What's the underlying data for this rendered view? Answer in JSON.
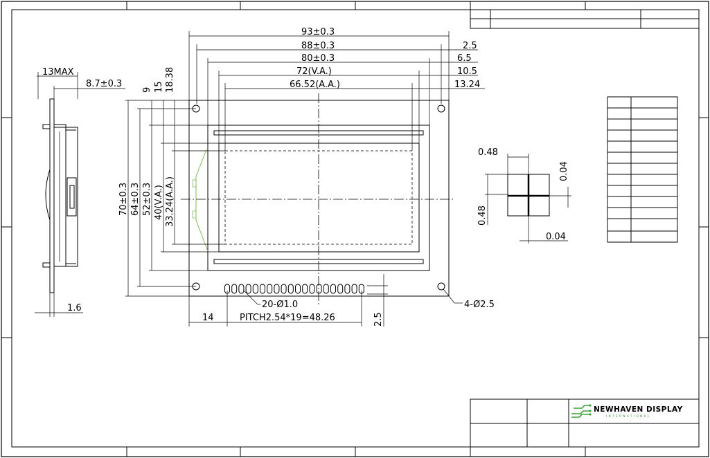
{
  "dimensions": {
    "width_93": "93±0.3",
    "width_88": "88±0.3",
    "width_80": "80±0.3",
    "width_72": "72(V.A.)",
    "width_66": "66.52(A.A.)",
    "right_2_5": "2.5",
    "right_6_5": "6.5",
    "right_10_5": "10.5",
    "right_13_24": "13.24",
    "height_70": "70±0.3",
    "height_64": "64±0.3",
    "height_52": "52±0.3",
    "height_40": "40(V.A.)",
    "height_33": "33.24(A.A.)",
    "top_9": "9",
    "top_15": "15",
    "top_18_38": "18.38",
    "side_13max": "13MAX",
    "side_8_7": "8.7±0.3",
    "side_1_6": "1.6",
    "pins_label": "20-Ø1.0",
    "holes_label": "4-Ø2.5",
    "pitch_label": "PITCH2.54*19=48.26",
    "pin_offset_14": "14",
    "pin_offset_2_5": "2.5",
    "dot_width": "0.48",
    "dot_height": "0.48",
    "dot_gap_v": "0.04",
    "dot_gap_h": "0.04"
  },
  "title_block": {
    "company": "NEWHAVEN DISPLAY",
    "company_sub": "INTERNATIONAL"
  },
  "colors": {
    "lines": "#000000",
    "brand_green": "#3aa635",
    "outline_green": "#7fc24a"
  }
}
